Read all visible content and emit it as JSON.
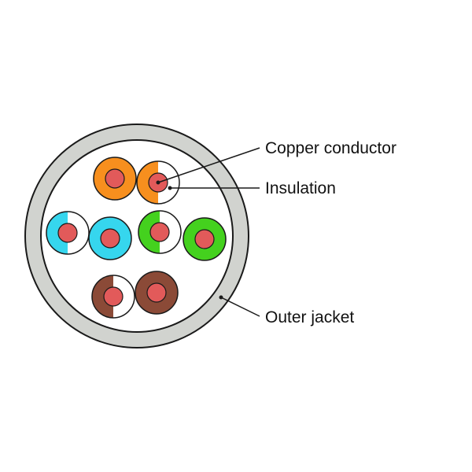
{
  "labels": {
    "copper_conductor": "Copper conductor",
    "insulation": "Insulation",
    "outer_jacket": "Outer jacket"
  },
  "colors": {
    "jacket": "#d1d3cf",
    "outline": "#1a1a1a",
    "copper": "#e25a5a",
    "orange": "#f78f1e",
    "cyan": "#36d6ee",
    "green": "#44d11e",
    "brown": "#8b4a37",
    "white": "#ffffff"
  },
  "wire_pairs": [
    {
      "pair": "orange",
      "stripe_wire": "orange/white",
      "solid_wire": "orange"
    },
    {
      "pair": "cyan",
      "stripe_wire": "cyan/white",
      "solid_wire": "cyan"
    },
    {
      "pair": "green",
      "stripe_wire": "green/white",
      "solid_wire": "green"
    },
    {
      "pair": "brown",
      "stripe_wire": "brown/white",
      "solid_wire": "brown"
    }
  ]
}
